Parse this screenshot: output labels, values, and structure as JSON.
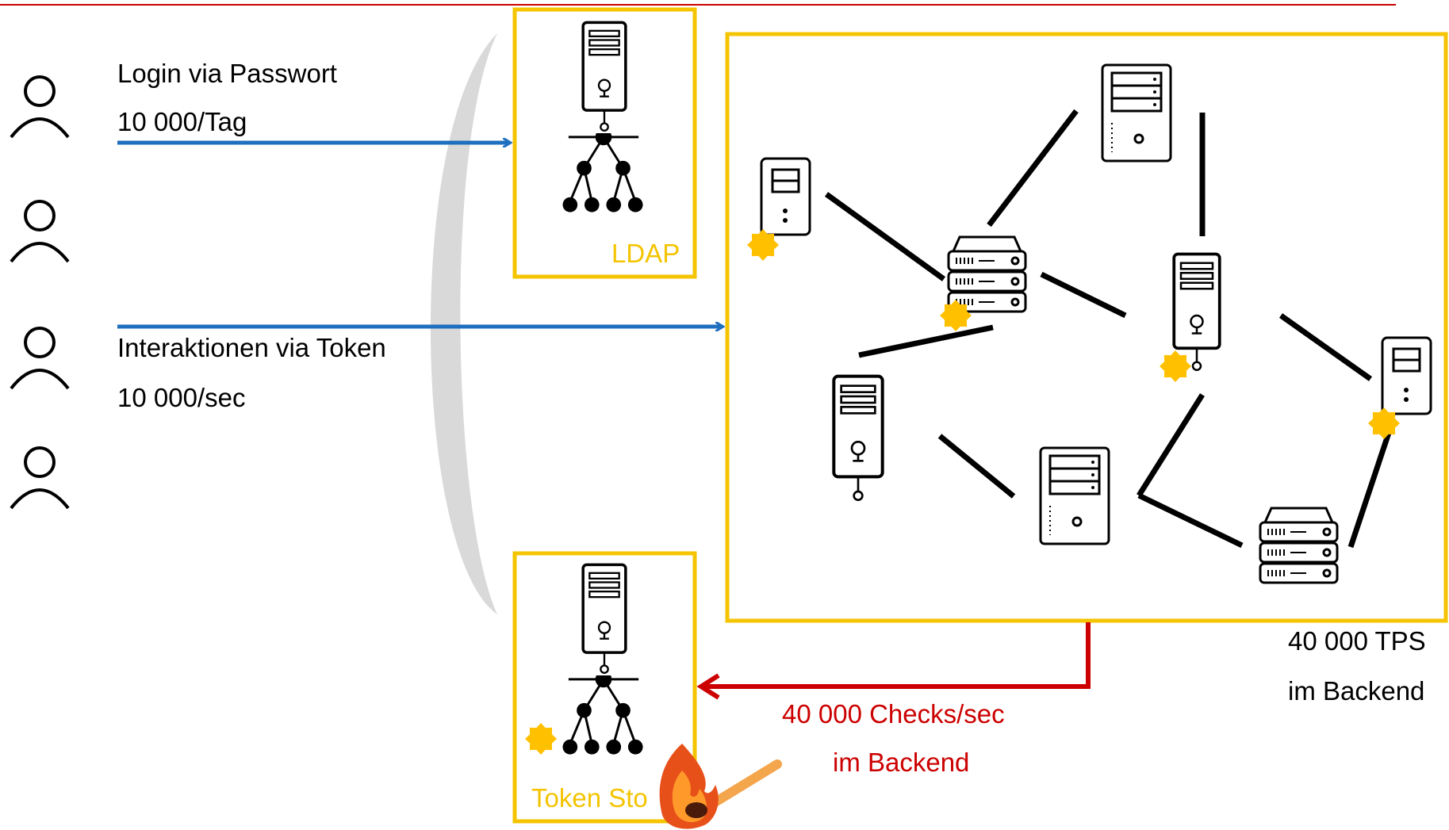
{
  "colors": {
    "accent_red": "#cc0000",
    "box_gold": "#f4c400",
    "arrow_blue": "#1f6fbf",
    "star": "#ffc000",
    "arc_gray": "#d9d9d9"
  },
  "login": {
    "line1": "Login via Passwort",
    "line2": "10 000/Tag"
  },
  "interaction": {
    "line1": "Interaktionen via Token",
    "line2": "10 000/sec"
  },
  "ldap_label": "LDAP",
  "token_store_label": "Token Sto",
  "tps": {
    "line1": "40 000 TPS",
    "line2": "im Backend"
  },
  "checks": {
    "line1": "40 000 Checks/sec",
    "line2": "im Backend"
  },
  "icons": [
    "user-icon",
    "server-tower-icon",
    "server-rack-icon",
    "network-tree-icon",
    "star-badge-icon",
    "burning-match-icon"
  ]
}
